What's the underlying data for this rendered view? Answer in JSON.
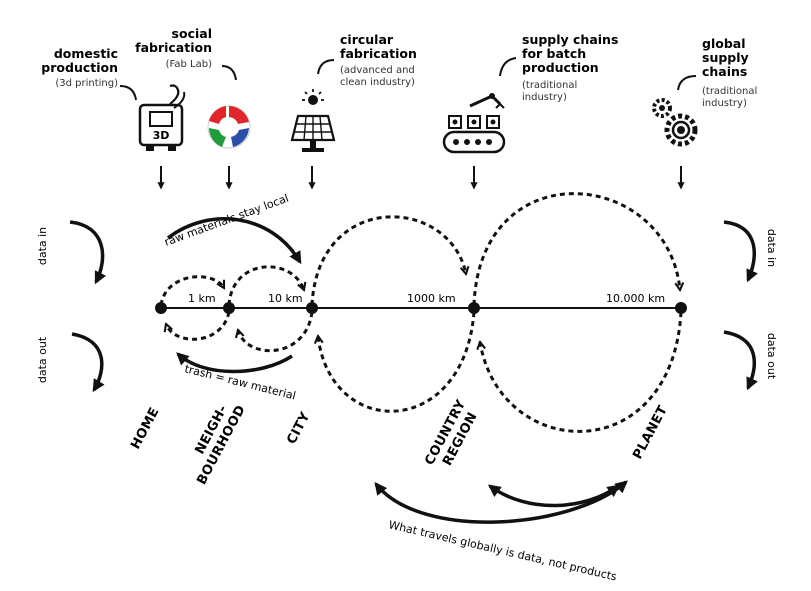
{
  "header": {
    "domestic": {
      "title": [
        "domestic",
        "production"
      ],
      "sub": "(3d printing)"
    },
    "social": {
      "title": [
        "social",
        "fabrication"
      ],
      "sub": "(Fab Lab)"
    },
    "circular": {
      "title": [
        "circular",
        "fabrication"
      ],
      "sub": [
        "(advanced and",
        "clean industry)"
      ]
    },
    "batch": {
      "title": [
        "supply chains",
        "for batch",
        "production"
      ],
      "sub": [
        "(traditional",
        "industry)"
      ]
    },
    "global": {
      "title": [
        "global",
        "supply",
        "chains"
      ],
      "sub": [
        "(traditional",
        "industry)"
      ]
    }
  },
  "icons": {
    "printer_label": "3D"
  },
  "distances": [
    "1 km",
    "10 km",
    "1000 km",
    "10.000 km"
  ],
  "flows": {
    "raw_materials": "raw materials stay local",
    "trash": "trash = raw material",
    "data_in": "data in",
    "data_out": "data out",
    "global_data": "What travels globally is data, not products"
  },
  "places": {
    "home": "HOME",
    "neighbourhood": [
      "NEIGH-",
      "BOURHOOD"
    ],
    "city": "CITY",
    "country_region": [
      "COUNTRY",
      "REGION"
    ],
    "planet": "PLANET"
  }
}
